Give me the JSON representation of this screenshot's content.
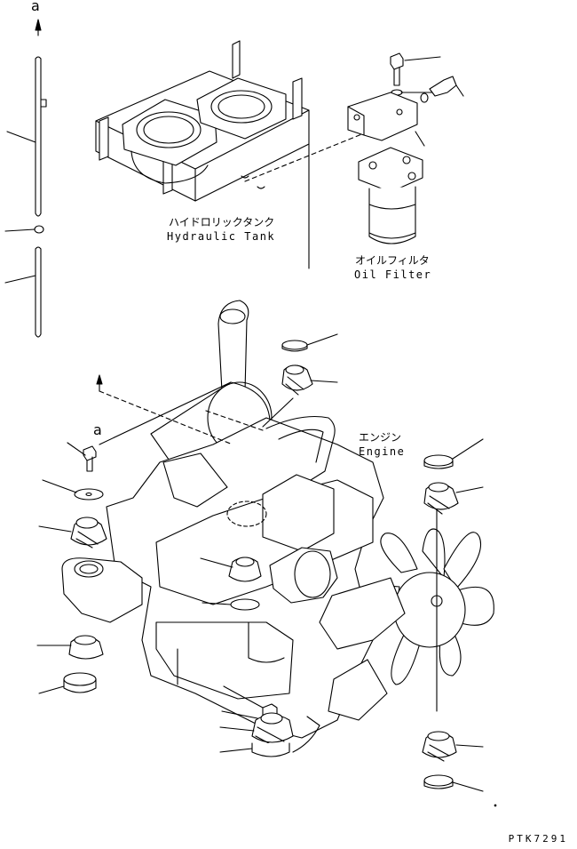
{
  "labels": {
    "hydraulic_tank_jp": "ハイドロリックタンク",
    "hydraulic_tank_en": "Hydraulic Tank",
    "oil_filter_jp": "オイルフィルタ",
    "oil_filter_en": "Oil Filter",
    "engine_jp": "エンジン",
    "engine_en": "Engine"
  },
  "reference_marks": {
    "top": "a",
    "middle": "a"
  },
  "drawing_code": "PTK7291",
  "colors": {
    "line": "#000000",
    "background": "#ffffff"
  }
}
